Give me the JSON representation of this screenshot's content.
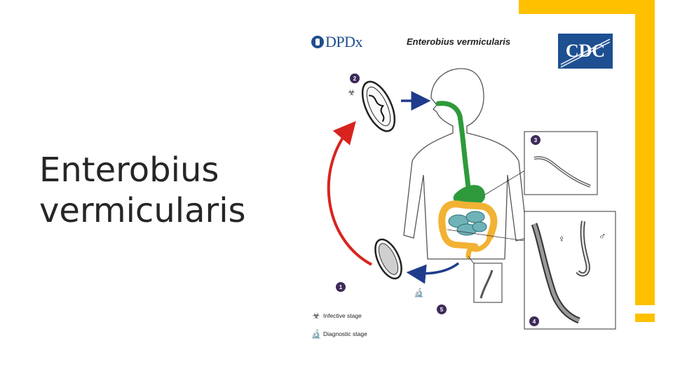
{
  "slide": {
    "title_line1": "Enterobius",
    "title_line2": "vermicularis"
  },
  "diagram": {
    "source_logo": "DPDx",
    "heading": "Enterobius vermicularis",
    "agency_logo": "CDC",
    "steps": [
      "1",
      "2",
      "3",
      "4",
      "5"
    ],
    "sex_symbols": {
      "female": "♀",
      "male": "♂"
    },
    "legend": [
      {
        "icon": "biohazard-icon",
        "label": "Infective stage"
      },
      {
        "icon": "microscope-icon",
        "label": "Diagnostic stage"
      }
    ]
  },
  "colors": {
    "accent_yellow": "#ffc000",
    "dpdx_blue": "#1f4e8c",
    "cdc_blue": "#1d4f91",
    "cycle_arrow_red": "#d9231f",
    "transmission_arrow_blue": "#1f3c8c",
    "step_badge": "#3d2a5a",
    "digestive_green": "#2e9a3b",
    "colon_yellow": "#f2b233",
    "small_intestine_teal": "#6fb3b8"
  }
}
